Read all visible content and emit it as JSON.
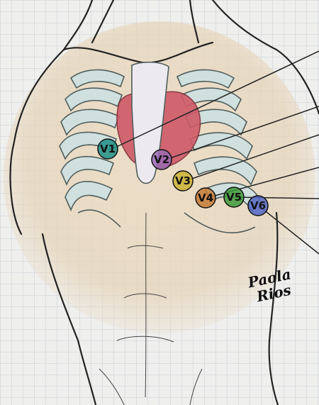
{
  "diagram": {
    "subject": "Precordial ECG electrode placement",
    "leads": [
      {
        "id": "v1",
        "label": "V1",
        "color": "#1f8f86"
      },
      {
        "id": "v2",
        "label": "V2",
        "color": "#9b6bb3"
      },
      {
        "id": "v3",
        "label": "V3",
        "color": "#c9b233"
      },
      {
        "id": "v4",
        "label": "V4",
        "color": "#c57a36"
      },
      {
        "id": "v5",
        "label": "V5",
        "color": "#3f9a3a"
      },
      {
        "id": "v6",
        "label": "V6",
        "color": "#5466c4"
      }
    ],
    "signature": {
      "line1": "Paola",
      "line2": "Rios"
    }
  },
  "colors": {
    "grid_line": "#c9ccd6",
    "skin": "#e6d5bc",
    "ribs": "#cfe0de",
    "rib_outline": "#4f5d5c",
    "heart": "#cf5a68",
    "sternum": "#eceaf0",
    "outline": "#222222"
  },
  "icons": [
    "torso-outline",
    "rib-cage",
    "heart",
    "sternum",
    "leader-line",
    "electrode"
  ]
}
